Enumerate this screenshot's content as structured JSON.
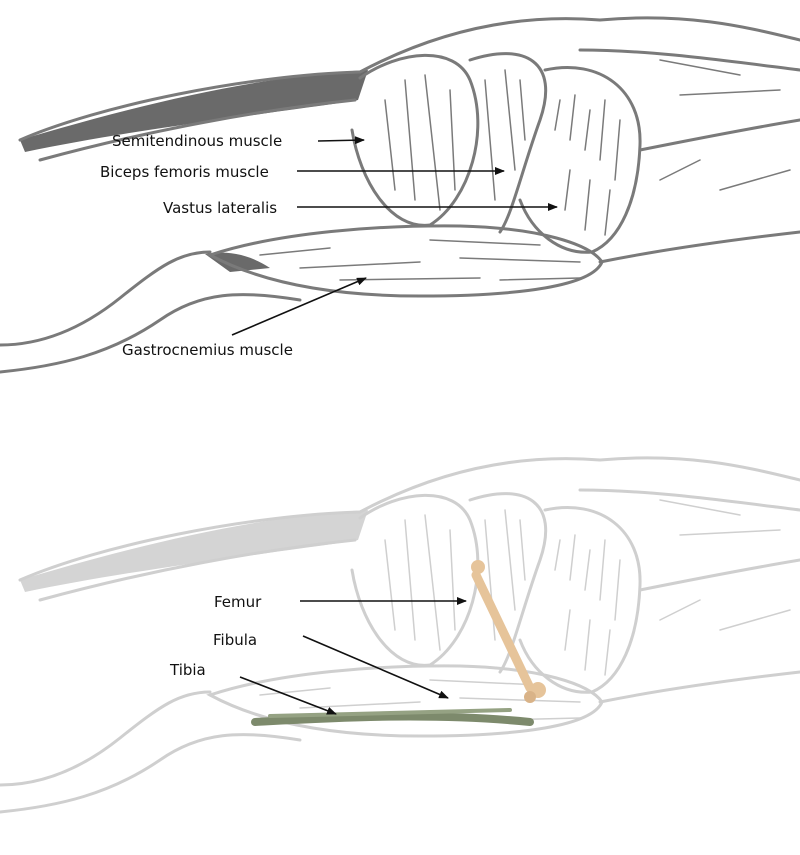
{
  "top_panel": {
    "labels": {
      "semitendinous": "Semitendinous muscle",
      "biceps_femoris": "Biceps femoris muscle",
      "vastus_lateralis": "Vastus lateralis",
      "gastrocnemius": "Gastrocnemius muscle"
    }
  },
  "bottom_panel": {
    "labels": {
      "femur": "Femur",
      "fibula": "Fibula",
      "tibia": "Tibia"
    }
  },
  "colors": {
    "outline_top": "#7a7a7a",
    "outline_bottom": "#cfcfcf",
    "femur": "#e6c49a",
    "tibia_fibula": "#7d8a6c"
  }
}
